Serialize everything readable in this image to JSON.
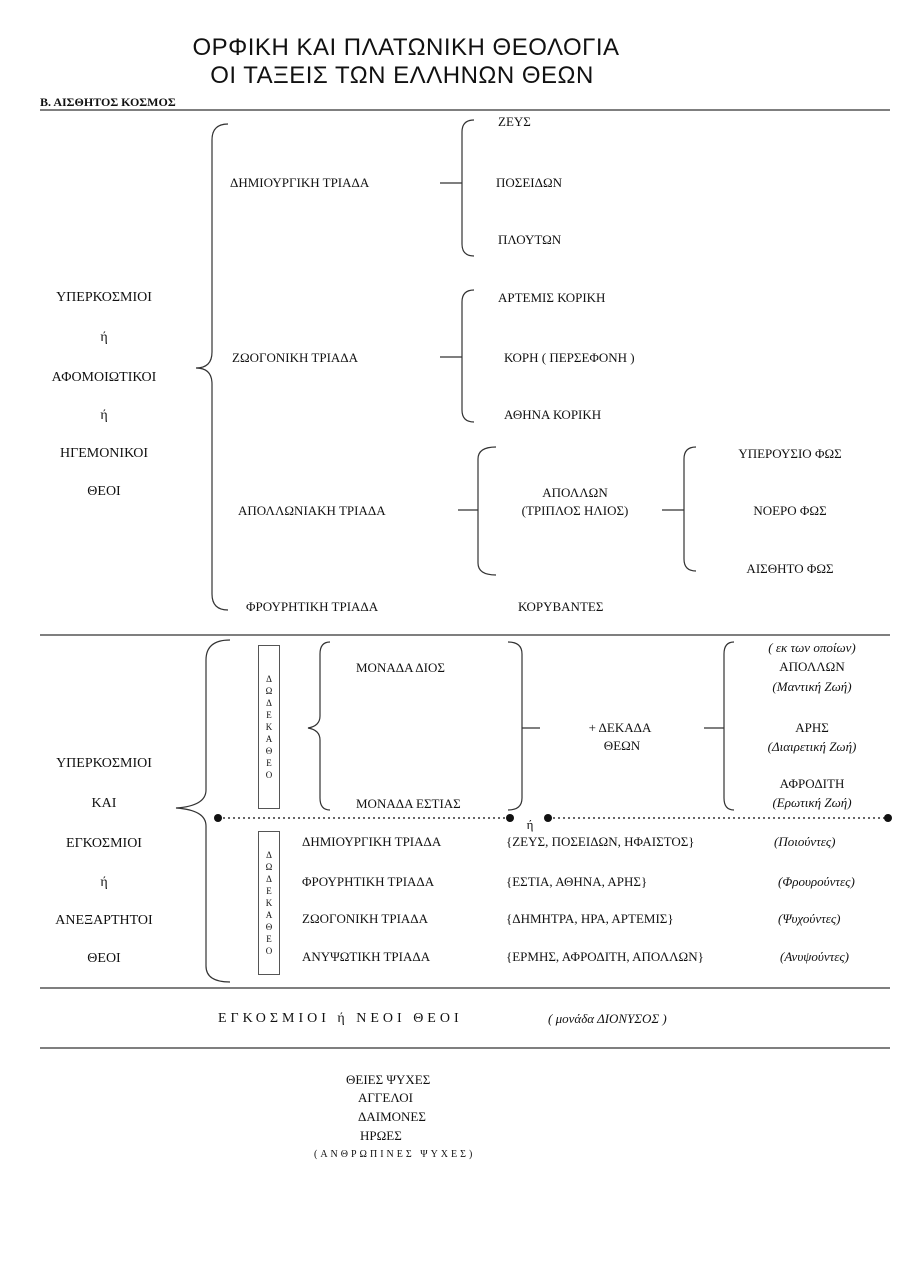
{
  "title": {
    "line1": "ΟΡΦΙΚΗ ΚΑΙ ΠΛΑΤΩΝΙΚΗ ΘΕΟΛΟΓΙΑ",
    "line2": "ΟΙ ΤΑΞΕΙΣ ΤΩΝ ΕΛΛΗΝΩΝ ΘΕΩΝ"
  },
  "section_label": "Β. ΑΙΣΘΗΤΟΣ ΚΟΣΜΟΣ",
  "upper": {
    "group_label": [
      "ΥΠΕΡΚΟΣΜΙΟΙ",
      "ή",
      "ΑΦΟΜΟΙΩΤΙΚΟΙ",
      "ή",
      "ΗΓΕΜΟΝΙΚΟΙ",
      "ΘΕΟΙ"
    ],
    "triads": {
      "demiourgiki": {
        "label": "ΔΗΜΙΟΥΡΓΙΚΗ ΤΡΙΑΔΑ",
        "members": [
          "ΖΕΥΣ",
          "ΠΟΣΕΙΔΩΝ",
          "ΠΛΟΥΤΩΝ"
        ]
      },
      "zoogoniki": {
        "label": "ΖΩΟΓΟΝΙΚΗ ΤΡΙΑΔΑ",
        "members": [
          "ΑΡΤΕΜΙΣ ΚΟΡΙΚΗ",
          "ΚΟΡΗ ( ΠΕΡΣΕΦΟΝΗ )",
          "ΑΘΗΝΑ ΚΟΡΙΚΗ"
        ]
      },
      "apolloniaki": {
        "label": "ΑΠΟΛΛΩΝΙΑΚΗ ΤΡΙΑΔΑ",
        "member_line1": "ΑΠΟΛΛΩΝ",
        "member_line2": "(ΤΡΙΠΛΟΣ ΗΛΙΟΣ)",
        "lights": [
          "ΥΠΕΡΟΥΣΙΟ ΦΩΣ",
          "ΝΟΕΡΟ ΦΩΣ",
          "ΑΙΣΘΗΤΟ ΦΩΣ"
        ]
      },
      "frourhtiki": {
        "label": "ΦΡΟΥΡΗΤΙΚΗ ΤΡΙΑΔΑ",
        "members": [
          "ΚΟΡΥΒΑΝΤΕΣ"
        ]
      }
    }
  },
  "middle": {
    "group_label": [
      "ΥΠΕΡΚΟΣΜΙΟΙ",
      "ΚΑΙ",
      "ΕΓΚΟΣΜΙΟΙ",
      "ή",
      "ΑΝΕΞΑΡΤΗΤΟΙ",
      "ΘΕΟΙ"
    ],
    "dodekatheo_letters": [
      "Δ",
      "Ω",
      "Δ",
      "Ε",
      "Κ",
      "Α",
      "Θ",
      "Ε",
      "Ο"
    ],
    "monada_dios": "ΜΟΝΑΔΑ ΔΙΟΣ",
    "monada_estias": "ΜΟΝΑΔΑ ΕΣΤΙΑΣ",
    "dekada_line1": "+ ΔΕΚΑΔΑ",
    "dekada_line2": "ΘΕΩΝ",
    "of_whom": "( εκ των οποίων)",
    "gods": [
      {
        "name": "ΑΠΟΛΛΩΝ",
        "life": "(Μαντική Ζωή)"
      },
      {
        "name": "ΑΡΗΣ",
        "life": "(Διαιρετική Ζωή)"
      },
      {
        "name": "ΑΦΡΟΔΙΤΗ",
        "life": "(Ερωτική Ζωή)"
      }
    ],
    "or_label": "ή",
    "triads": [
      {
        "label": "ΔΗΜΙΟΥΡΓΙΚΗ ΤΡΙΑΔΑ",
        "members": "{ΖΕΥΣ, ΠΟΣΕΙΔΩΝ, ΗΦΑΙΣΤΟΣ}",
        "role": "(Ποιούντες)"
      },
      {
        "label": "ΦΡΟΥΡΗΤΙΚΗ ΤΡΙΑΔΑ",
        "members": "{ΕΣΤΙΑ, ΑΘΗΝΑ, ΑΡΗΣ}",
        "role": "(Φρουρούντες)"
      },
      {
        "label": "ΖΩΟΓΟΝΙΚΗ ΤΡΙΑΔΑ",
        "members": "{ΔΗΜΗΤΡΑ, ΗΡΑ, ΑΡΤΕΜΙΣ}",
        "role": "(Ψυχούντες)"
      },
      {
        "label": "ΑΝΥΨΩΤΙΚΗ ΤΡΙΑΔΑ",
        "members": "{ΕΡΜΗΣ, ΑΦΡΟΔΙΤΗ, ΑΠΟΛΛΩΝ}",
        "role": "(Ανυψούντες)"
      }
    ]
  },
  "egkosmioi": {
    "label": "ΕΓΚΟΣΜΙΟΙ ή ΝΕΟΙ ΘΕΟΙ",
    "note": "( μονάδα ΔΙΟΝΥΣΟΣ )"
  },
  "souls": {
    "items": [
      "ΘΕΙΕΣ ΨΥΧΕΣ",
      "ΑΓΓΕΛΟΙ",
      "ΔΑΙΜΟΝΕΣ",
      "ΗΡΩΕΣ"
    ],
    "human": "(ΑΝΘΡΩΠΙΝΕΣ ΨΥΧΕΣ)"
  }
}
